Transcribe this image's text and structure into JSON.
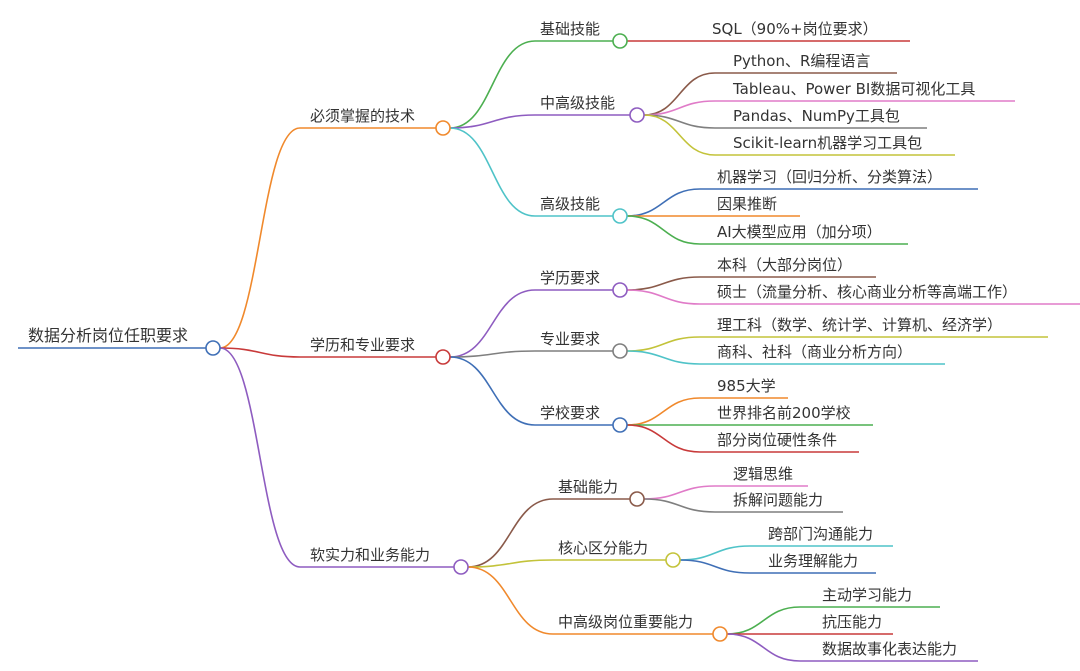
{
  "root": {
    "label": "数据分析岗位任职要求",
    "color": "#3f6fb6"
  },
  "branches": [
    {
      "label": "必须掌握的技术",
      "color": "#f0892c",
      "children": [
        {
          "label": "基础技能",
          "color": "#4caf50",
          "leaves": [
            {
              "label": "SQL（90%+岗位要求）",
              "color": "#c83a3a"
            }
          ]
        },
        {
          "label": "中高级技能",
          "color": "#8e5cc0",
          "leaves": [
            {
              "label": "Python、R编程语言",
              "color": "#8a5a4a"
            },
            {
              "label": "Tableau、Power BI数据可视化工具",
              "color": "#e07bc8"
            },
            {
              "label": "Pandas、NumPy工具包",
              "color": "#7f7f7f"
            },
            {
              "label": "Scikit-learn机器学习工具包",
              "color": "#c3c33a"
            }
          ]
        },
        {
          "label": "高级技能",
          "color": "#4fc3c8",
          "leaves": [
            {
              "label": "机器学习（回归分析、分类算法）",
              "color": "#3f6fb6"
            },
            {
              "label": "因果推断",
              "color": "#f0892c"
            },
            {
              "label": "AI大模型应用（加分项）",
              "color": "#4caf50"
            }
          ]
        }
      ]
    },
    {
      "label": "学历和专业要求",
      "color": "#c83a3a",
      "children": [
        {
          "label": "学历要求",
          "color": "#8e5cc0",
          "leaves": [
            {
              "label": "本科（大部分岗位）",
              "color": "#8a5a4a"
            },
            {
              "label": "硕士（流量分析、核心商业分析等高端工作）",
              "color": "#e07bc8"
            }
          ]
        },
        {
          "label": "专业要求",
          "color": "#7f7f7f",
          "leaves": [
            {
              "label": "理工科（数学、统计学、计算机、经济学）",
              "color": "#c3c33a"
            },
            {
              "label": "商科、社科（商业分析方向）",
              "color": "#4fc3c8"
            }
          ]
        },
        {
          "label": "学校要求",
          "color": "#3f6fb6",
          "leaves": [
            {
              "label": "985大学",
              "color": "#f0892c"
            },
            {
              "label": "世界排名前200学校",
              "color": "#4caf50"
            },
            {
              "label": "部分岗位硬性条件",
              "color": "#c83a3a"
            }
          ]
        }
      ]
    },
    {
      "label": "软实力和业务能力",
      "color": "#8e5cc0",
      "children": [
        {
          "label": "基础能力",
          "color": "#8a5a4a",
          "leaves": [
            {
              "label": "逻辑思维",
              "color": "#e07bc8"
            },
            {
              "label": "拆解问题能力",
              "color": "#7f7f7f"
            }
          ]
        },
        {
          "label": "核心区分能力",
          "color": "#c3c33a",
          "leaves": [
            {
              "label": "跨部门沟通能力",
              "color": "#4fc3c8"
            },
            {
              "label": "业务理解能力",
              "color": "#3f6fb6"
            }
          ]
        },
        {
          "label": "中高级岗位重要能力",
          "color": "#f0892c",
          "leaves": [
            {
              "label": "主动学习能力",
              "color": "#4caf50"
            },
            {
              "label": "抗压能力",
              "color": "#c83a3a"
            },
            {
              "label": "数据故事化表达能力",
              "color": "#8e5cc0"
            }
          ]
        }
      ]
    }
  ]
}
